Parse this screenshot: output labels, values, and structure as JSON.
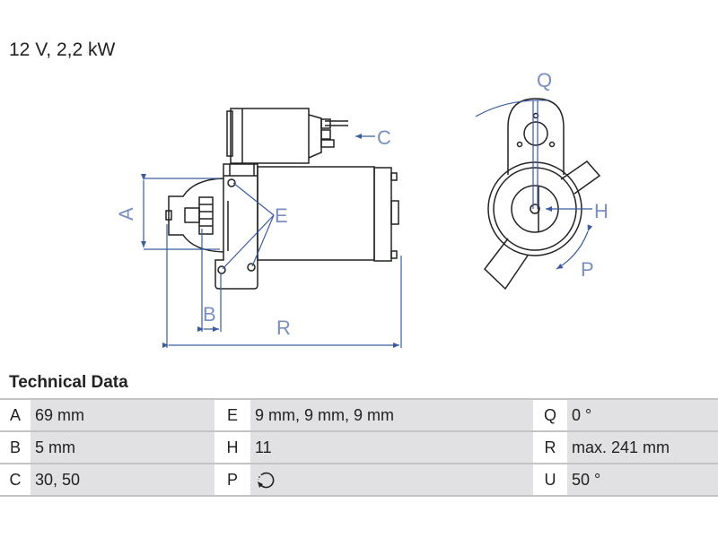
{
  "header": {
    "subtitle": "12 V, 2,2 kW"
  },
  "drawing": {
    "labels": {
      "A": "A",
      "B": "B",
      "C": "C",
      "E": "E",
      "H": "H",
      "P": "P",
      "Q": "Q",
      "R": "R"
    },
    "line_color": "#222222",
    "dimension_color": "#3b5aa0"
  },
  "technical_data": {
    "title": "Technical Data",
    "rows": [
      [
        {
          "key": "A",
          "value": "69 mm"
        },
        {
          "key": "E",
          "value": "9 mm, 9 mm, 9 mm"
        },
        {
          "key": "Q",
          "value": "0 °"
        }
      ],
      [
        {
          "key": "B",
          "value": "5 mm"
        },
        {
          "key": "H",
          "value": "11"
        },
        {
          "key": "R",
          "value": "max. 241 mm"
        }
      ],
      [
        {
          "key": "C",
          "value": "30, 50"
        },
        {
          "key": "P",
          "value": "",
          "icon": "rotation-counterclockwise-icon"
        },
        {
          "key": "U",
          "value": "50 °"
        }
      ]
    ]
  }
}
